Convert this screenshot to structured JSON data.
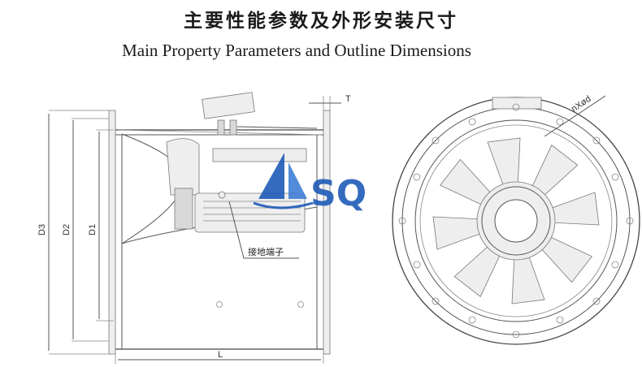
{
  "header": {
    "title_cn": "主要性能参数及外形安装尺寸",
    "title_en": "Main Property Parameters and Outline Dimensions"
  },
  "side_view": {
    "dim_d3": "D3",
    "dim_d2": "D2",
    "dim_d1": "D1",
    "dim_l": "L",
    "dim_t": "T",
    "ground_terminal": "接地端子"
  },
  "front_view": {
    "hole_callout": "nXød"
  },
  "logo": {
    "text": "SQ",
    "color": "#1f5bb8"
  }
}
